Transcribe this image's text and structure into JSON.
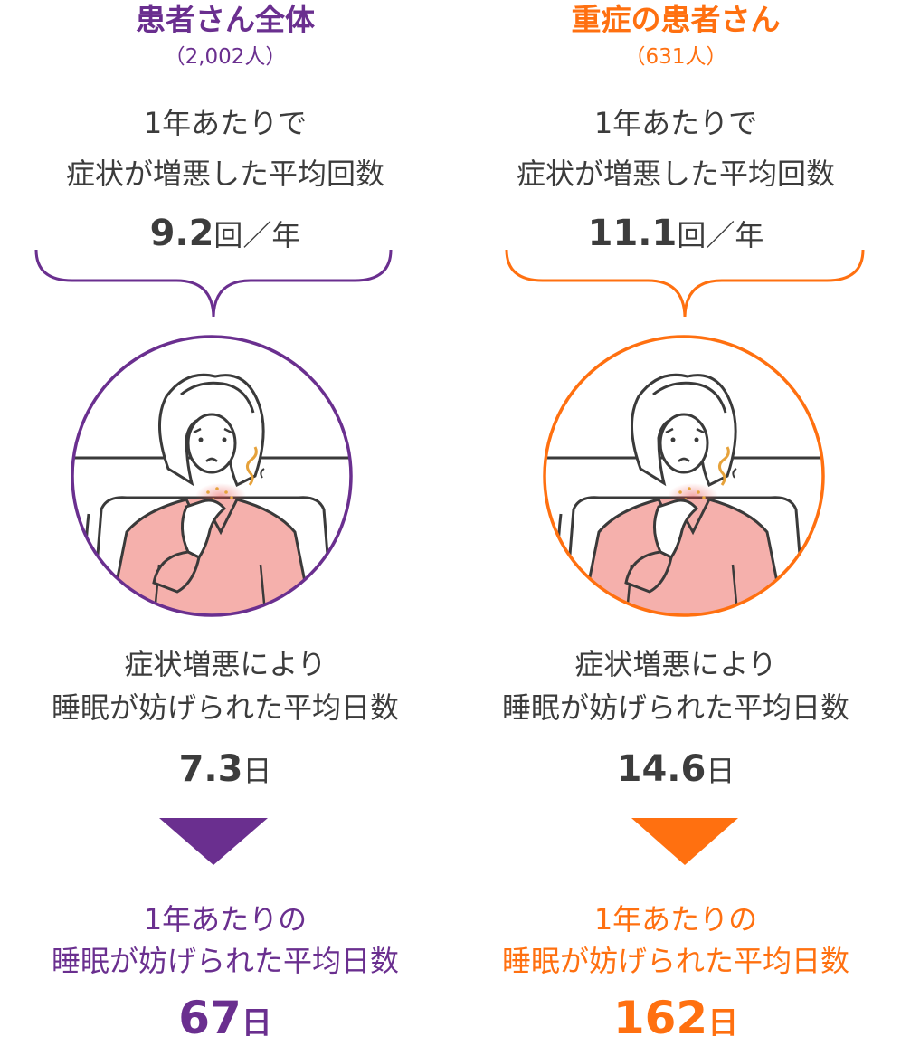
{
  "colors": {
    "purple": "#6a2f8f",
    "orange": "#ff7010",
    "text": "#3c3c3c",
    "skin": "#f5b0ac",
    "bed": "#ffffff"
  },
  "groups": [
    {
      "title": "患者さん全体",
      "count": "（2,002人）",
      "freq_label_1": "1年あたりで",
      "freq_label_2": "症状が増悪した平均回数",
      "freq_value": "9.2",
      "freq_unit": "回／年",
      "sleep_label_1": "症状増悪により",
      "sleep_label_2": "睡眠が妨げられた平均日数",
      "sleep_value": "7.3",
      "sleep_unit": "日",
      "annual_label_1": "1年あたりの",
      "annual_label_2": "睡眠が妨げられた平均日数",
      "annual_value": "67",
      "annual_unit": "日"
    },
    {
      "title": "重症の患者さん",
      "count": "（631人）",
      "freq_label_1": "1年あたりで",
      "freq_label_2": "症状が増悪した平均回数",
      "freq_value": "11.1",
      "freq_unit": "回／年",
      "sleep_label_1": "症状増悪により",
      "sleep_label_2": "睡眠が妨げられた平均日数",
      "sleep_value": "14.6",
      "sleep_unit": "日",
      "annual_label_1": "1年あたりの",
      "annual_label_2": "睡眠が妨げられた平均日数",
      "annual_value": "162",
      "annual_unit": "日"
    }
  ]
}
